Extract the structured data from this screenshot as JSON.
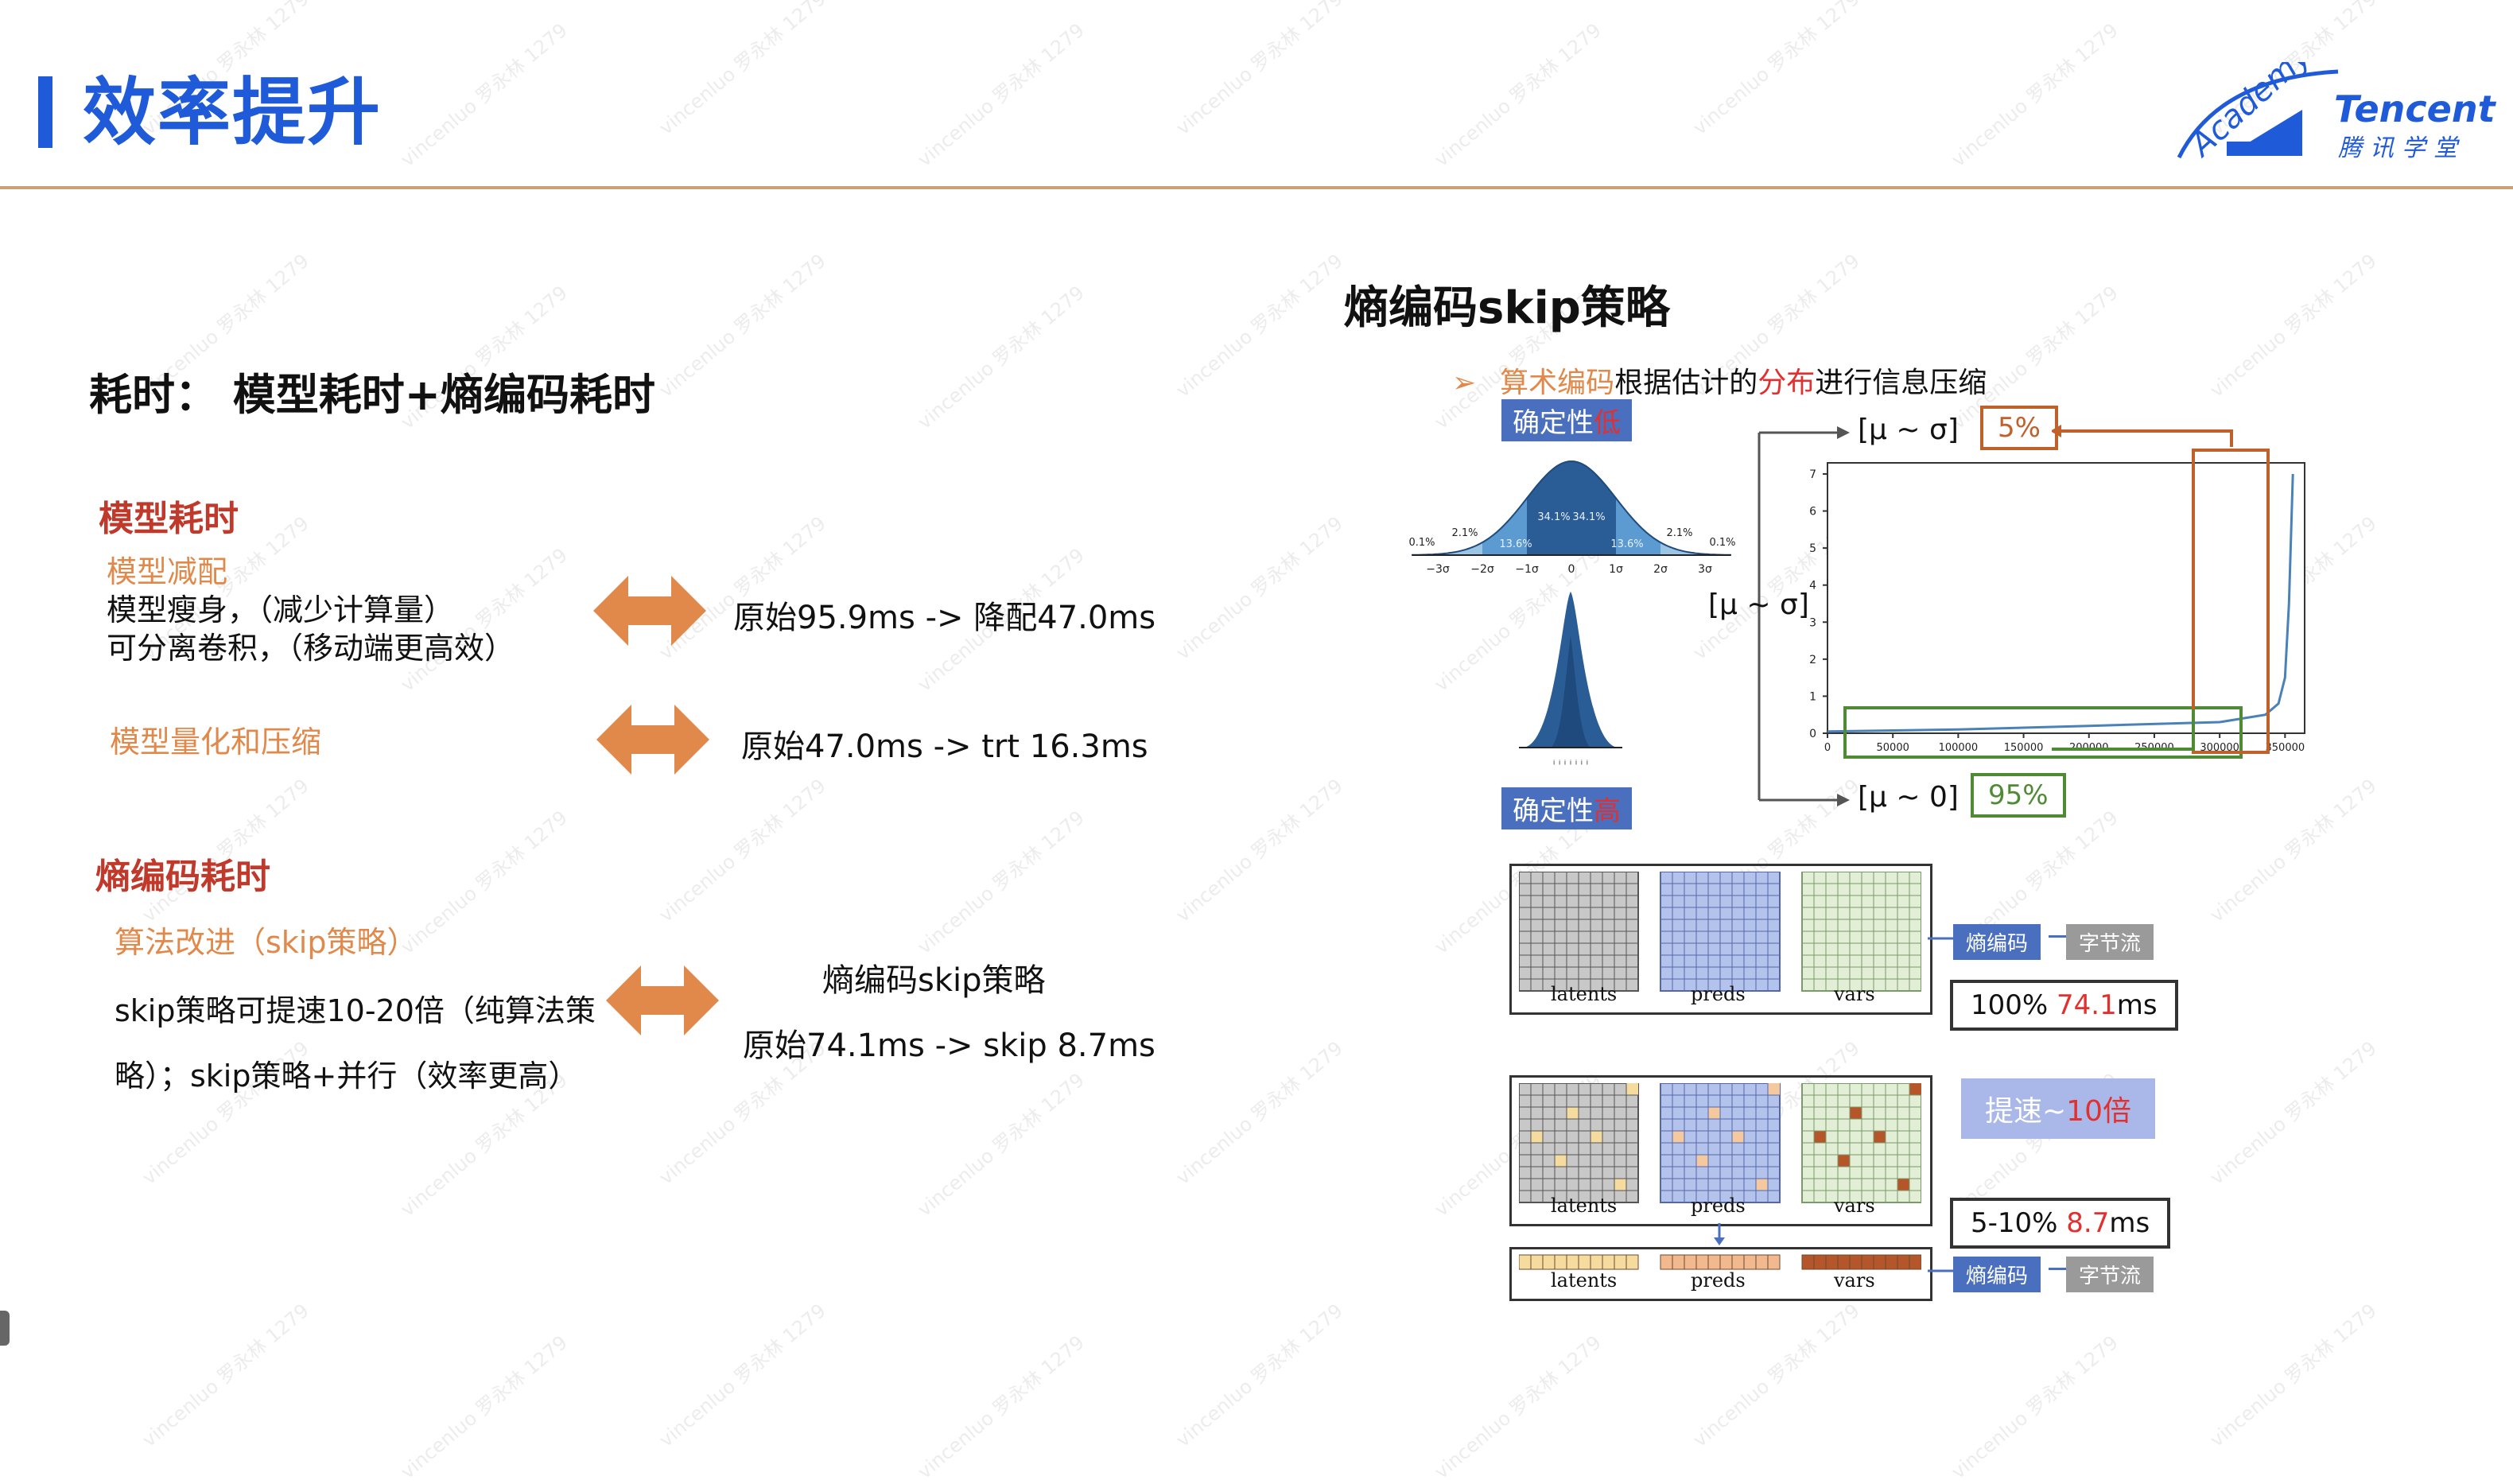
{
  "header": {
    "title": "效率提升"
  },
  "logo": {
    "academy": "Academy",
    "tencent": "Tencent",
    "tencent_cn": "腾讯学堂"
  },
  "watermark": "vincenluo 罗永林 1279",
  "left": {
    "subtitle": "耗时： 模型耗时+熵编码耗时",
    "model_time": {
      "heading": "模型耗时",
      "reduce_label": "模型减配",
      "reduce_line1": "模型瘦身，（减少计算量）",
      "reduce_line2": "可分离卷积，（移动端更高效）",
      "reduce_result": "原始95.9ms -> 降配47.0ms",
      "quant_label": "模型量化和压缩",
      "quant_result": "原始47.0ms -> trt 16.3ms"
    },
    "entropy_time": {
      "heading": "熵编码耗时",
      "algo_label": "算法改进（skip策略）",
      "algo_line1": "skip策略可提速10-20倍（纯算法策",
      "algo_line2": "略）；skip策略+并行（效率更高）",
      "result_title": "熵编码skip策略",
      "result": "原始74.1ms -> skip 8.7ms"
    }
  },
  "right": {
    "title": "熵编码skip策略",
    "bullet_part1": "算术编码",
    "bullet_part2": "根据估计的",
    "bullet_part3": "分布",
    "bullet_part4": "进行信息压缩",
    "low_label_a": "确定性",
    "low_label_b": "低",
    "high_label_a": "确定性",
    "high_label_b": "高",
    "bracket_top": "[μ ~ σ]",
    "bracket_mid": "[μ ~ σ]",
    "bracket_bot": "[μ ~ 0]",
    "pct_top": "5%",
    "pct_bot": "95%",
    "bell_pcts": [
      "0.1%",
      "2.1%",
      "13.6%",
      "34.1%",
      "34.1%",
      "13.6%",
      "2.1%",
      "0.1%"
    ],
    "bell_ticks": [
      "−3σ",
      "−2σ",
      "−1σ",
      "0",
      "1σ",
      "2σ",
      "3σ"
    ],
    "chart_data": {
      "type": "line",
      "x_ticks": [
        "0",
        "50000",
        "100000",
        "150000",
        "200000",
        "250000",
        "300000",
        "350000"
      ],
      "y_ticks": [
        "0",
        "1",
        "2",
        "3",
        "4",
        "5",
        "6",
        "7"
      ],
      "xlim": [
        0,
        365000
      ],
      "ylim": [
        0,
        7.3
      ],
      "series": [
        {
          "x": [
            0,
            100000,
            200000,
            300000,
            335000,
            345000,
            350000,
            353000,
            356000
          ],
          "y": [
            0.05,
            0.1,
            0.2,
            0.3,
            0.5,
            0.8,
            1.5,
            3.5,
            7.0
          ]
        }
      ]
    },
    "grid_labels": [
      "latents",
      "preds",
      "vars"
    ],
    "chip_enc": "熵编码",
    "chip_byte": "字节流",
    "res1_a": "100% ",
    "res1_b": "74.1",
    "res1_c": "ms",
    "speed_a": "提速~",
    "speed_b": "10倍",
    "res2_a": "5-10%  ",
    "res2_b": "8.7",
    "res2_c": "ms"
  },
  "colors": {
    "title_blue": "#1f5bd8",
    "red": "#c0392b",
    "orange": "#e0894a",
    "arrow": "#e0894a",
    "label_blue": "#4a6fbf"
  }
}
